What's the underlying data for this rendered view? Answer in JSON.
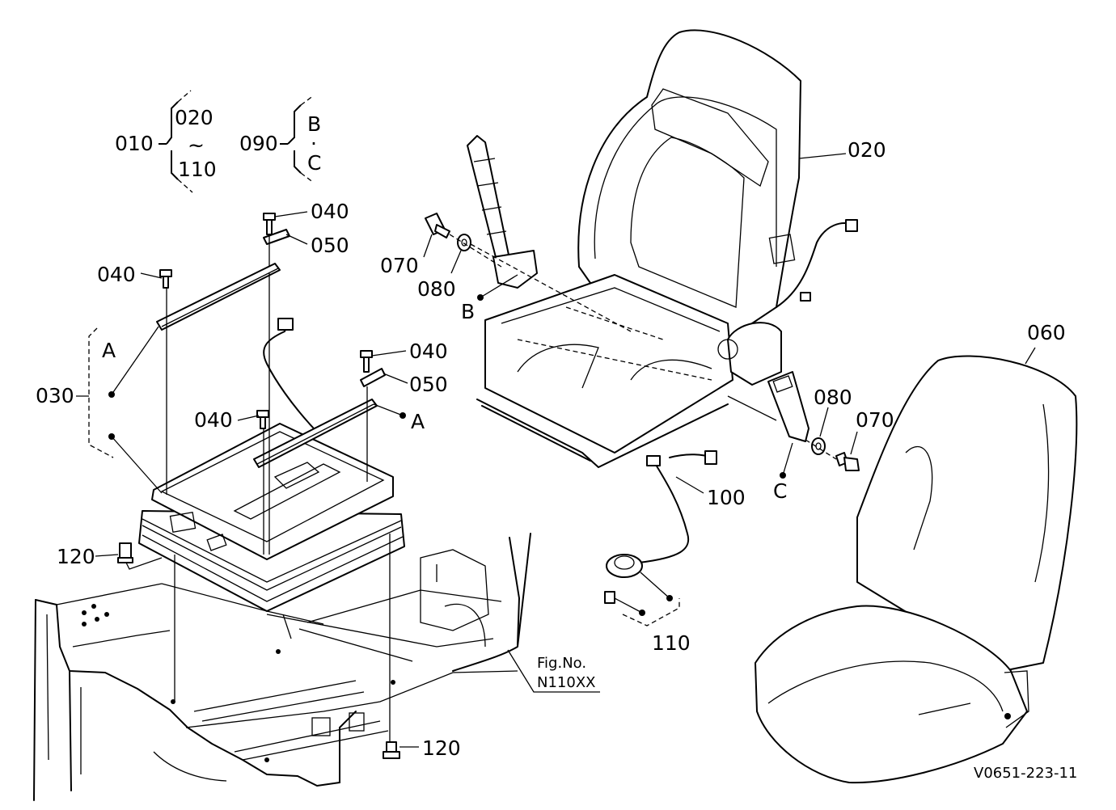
{
  "legend": {
    "assembly_no": "010",
    "range_start": "020",
    "range_tilde": "~",
    "range_end": "110",
    "group_no": "090",
    "group_a": "B",
    "group_sep": "·",
    "group_b": "C"
  },
  "callouts": {
    "p020": "020",
    "p030": "030",
    "p040a": "040",
    "p040b": "040",
    "p040c": "040",
    "p040d": "040",
    "p050a": "050",
    "p050b": "050",
    "p060": "060",
    "p070a": "070",
    "p070b": "070",
    "p080a": "080",
    "p080b": "080",
    "p100": "100",
    "p110": "110",
    "p120a": "120",
    "p120b": "120",
    "refA1": "A",
    "refA2": "A",
    "refB": "B",
    "refC": "C"
  },
  "figure_ref": {
    "line1": "Fig.No.",
    "line2": "N110XX"
  },
  "drawing_code": "V0651-223-11"
}
